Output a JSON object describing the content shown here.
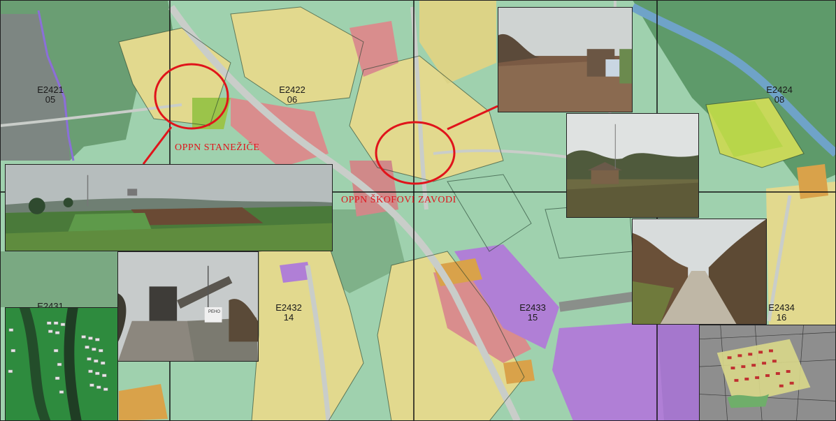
{
  "sheets": [
    {
      "code": "E2421",
      "num": "05"
    },
    {
      "code": "E2422",
      "num": "06"
    },
    {
      "code": "E2424",
      "num": "08"
    },
    {
      "code": "E2431",
      "num": ""
    },
    {
      "code": "E2432",
      "num": "14"
    },
    {
      "code": "E2433",
      "num": "15"
    },
    {
      "code": "E2434",
      "num": "16"
    }
  ],
  "zones": {
    "stanezice": "OPPN STANEŽIČE",
    "skofovi": "OPPN ŠKOFOVI ZAVODI"
  },
  "sign_text": "РЕНО",
  "colors": {
    "forest": "#6a9e73",
    "agri": "#9fd1ae",
    "residential": "#e2d98e",
    "commercial": "#d98d8d",
    "industrial": "#b07fd6",
    "orange": "#d9a24a",
    "highlight": "#e0141b",
    "road": "#c9cdc9"
  }
}
